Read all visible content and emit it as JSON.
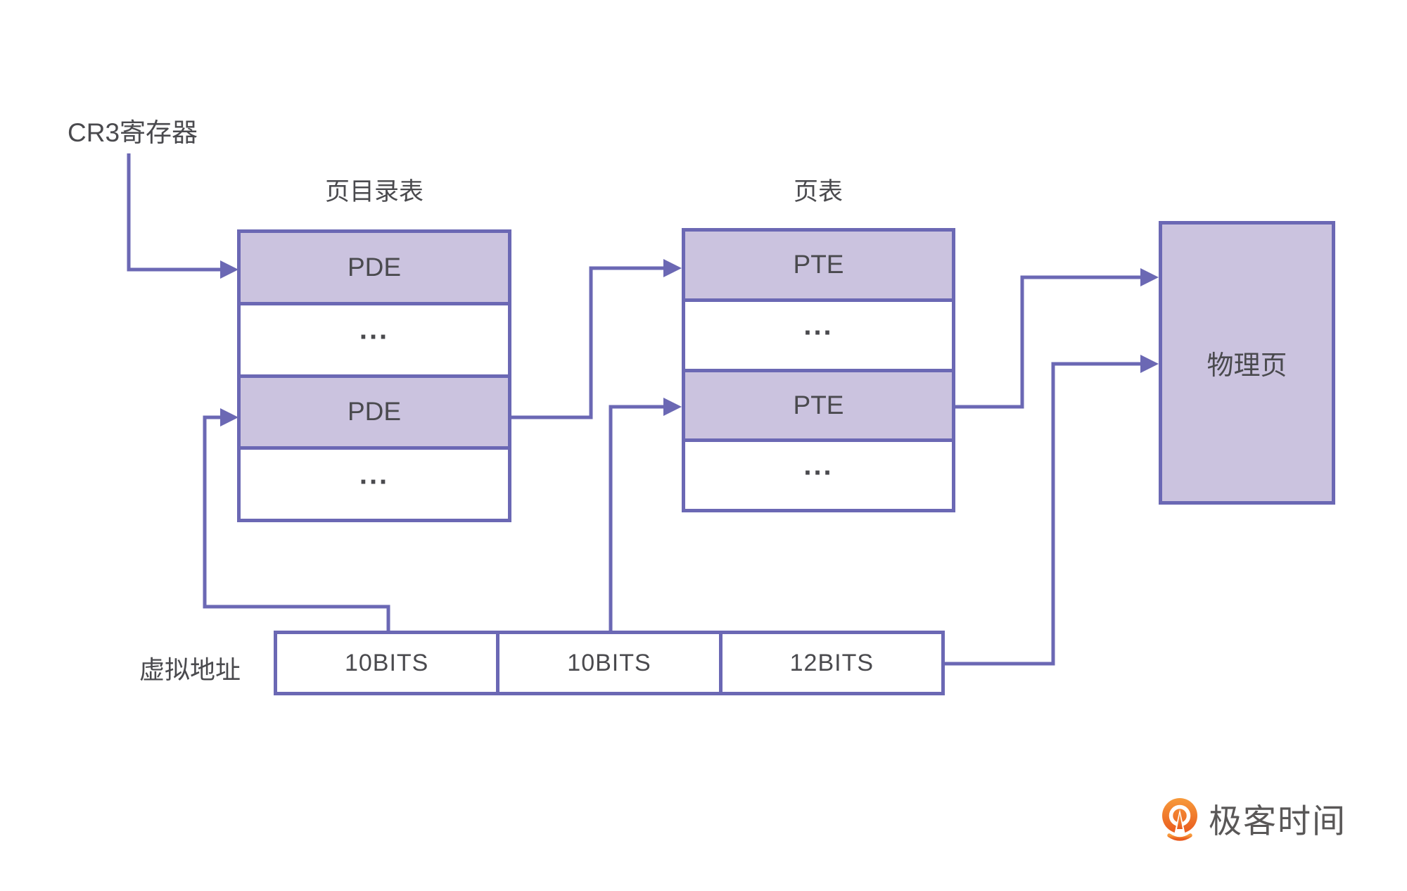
{
  "diagram": {
    "cr3_label": "CR3寄存器",
    "page_directory": {
      "title": "页目录表",
      "rows": [
        "PDE",
        "...",
        "PDE",
        "..."
      ]
    },
    "page_table": {
      "title": "页表",
      "rows": [
        "PTE",
        "...",
        "PTE",
        "..."
      ]
    },
    "physical_page": {
      "label": "物理页"
    },
    "virtual_address": {
      "label": "虚拟地址",
      "cells": [
        "10BITS",
        "10BITS",
        "12BITS"
      ]
    }
  },
  "branding": {
    "logo_text": "极客时间"
  },
  "colors": {
    "line": "#6B68B4",
    "row_fill": "#CBC3DF",
    "text": "#4A4A4E",
    "logo_orange_top": "#F79A3B",
    "logo_orange_bottom": "#E95B1E",
    "logo_text_gray": "#595757"
  }
}
